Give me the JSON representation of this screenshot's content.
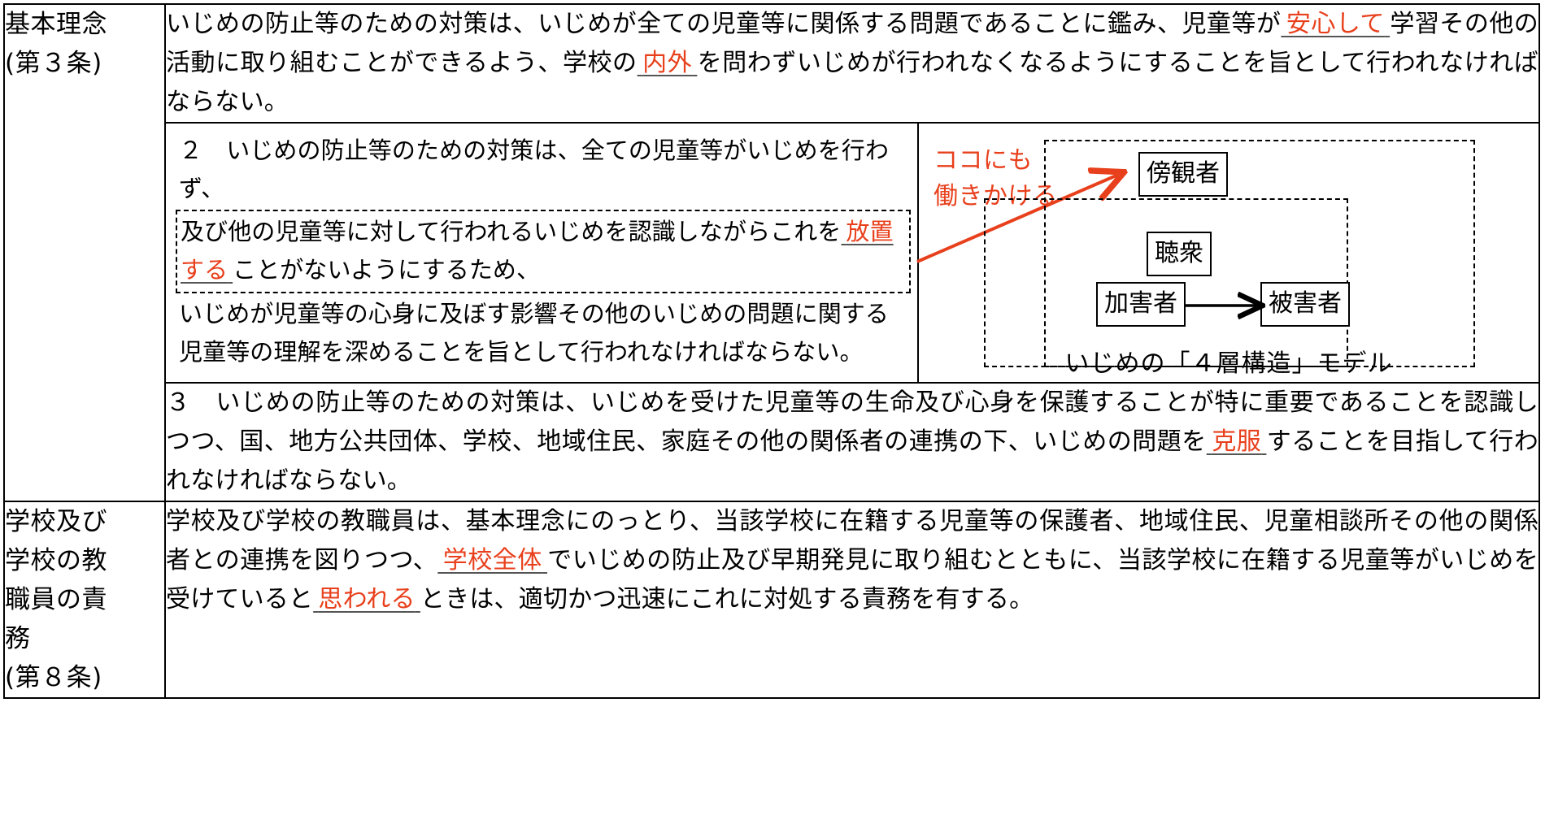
{
  "document": {
    "title": "いじめ防止対策推進法 条文穴埋め表"
  },
  "table": {
    "rows": [
      {
        "label": "基本理念\n(第３条)",
        "paragraphs": [
          {
            "segments": [
              {
                "type": "text",
                "value": "いじめの防止等のための対策は、いじめが全ての児童等に関係する問題であることに鑑み、児童等が"
              },
              {
                "type": "blank",
                "value": "安心して"
              },
              {
                "type": "text",
                "value": "学習その他の活動に取り組むことができるよう、学校の"
              },
              {
                "type": "blank",
                "value": "内外"
              },
              {
                "type": "text",
                "value": "を問わずいじめが行われなくなるようにすることを旨として行われなければならない。"
              }
            ]
          }
        ]
      },
      {
        "label": "",
        "text_column": {
          "lead": "２　いじめの防止等のための対策は、全ての児童等がいじめを行わず、",
          "dashed_segments": [
            {
              "type": "text",
              "value": "及び他の児童等に対して行われるいじめを認識しながらこれを"
            },
            {
              "type": "blank",
              "value": "放置する"
            },
            {
              "type": "text",
              "value": "ことがないようにするため、"
            }
          ],
          "tail": "いじめが児童等の心身に及ぼす影響その他のいじめの問題に関する児童等の理解を深めることを旨として行われなければならない。"
        },
        "figure": {
          "annotation": "ココにも\n働きかける",
          "annotation_color": "#e8401c",
          "nodes": [
            {
              "name": "bystander",
              "label": "傍観者"
            },
            {
              "name": "audience",
              "label": "聴衆"
            },
            {
              "name": "offender",
              "label": "加害者"
            },
            {
              "name": "victim",
              "label": "被害者"
            }
          ],
          "caption": "いじめの「４層構造」モデル"
        }
      },
      {
        "label": "",
        "paragraphs": [
          {
            "segments": [
              {
                "type": "text",
                "value": "３　いじめの防止等のための対策は、いじめを受けた児童等の生命及び心身を保護することが特に重要であることを認識しつつ、国、地方公共団体、学校、地域住民、家庭その他の関係者の連携の下、いじめの問題を"
              },
              {
                "type": "blank",
                "value": "克服"
              },
              {
                "type": "text",
                "value": "することを目指して行われなければならない。"
              }
            ]
          }
        ]
      },
      {
        "label": "学校及び\n学校の教\n職員の責\n務\n(第８条)",
        "paragraphs": [
          {
            "segments": [
              {
                "type": "text",
                "value": "学校及び学校の教職員は、基本理念にのっとり、当該学校に在籍する児童等の保護者、地域住民、児童相談所その他の関係者との連携を図りつつ、"
              },
              {
                "type": "blank",
                "value": "学校全体"
              },
              {
                "type": "text",
                "value": "でいじめの防止及び早期発見に取り組むとともに、当該学校に在籍する児童等がいじめを受けていると"
              },
              {
                "type": "blank",
                "value": "思われる"
              },
              {
                "type": "text",
                "value": "ときは、適切かつ迅速にこれに対処する責務を有する。"
              }
            ]
          }
        ]
      }
    ]
  },
  "colors": {
    "blank_red": "#e8401c",
    "border_black": "#000000",
    "underline_gray": "#555555"
  }
}
